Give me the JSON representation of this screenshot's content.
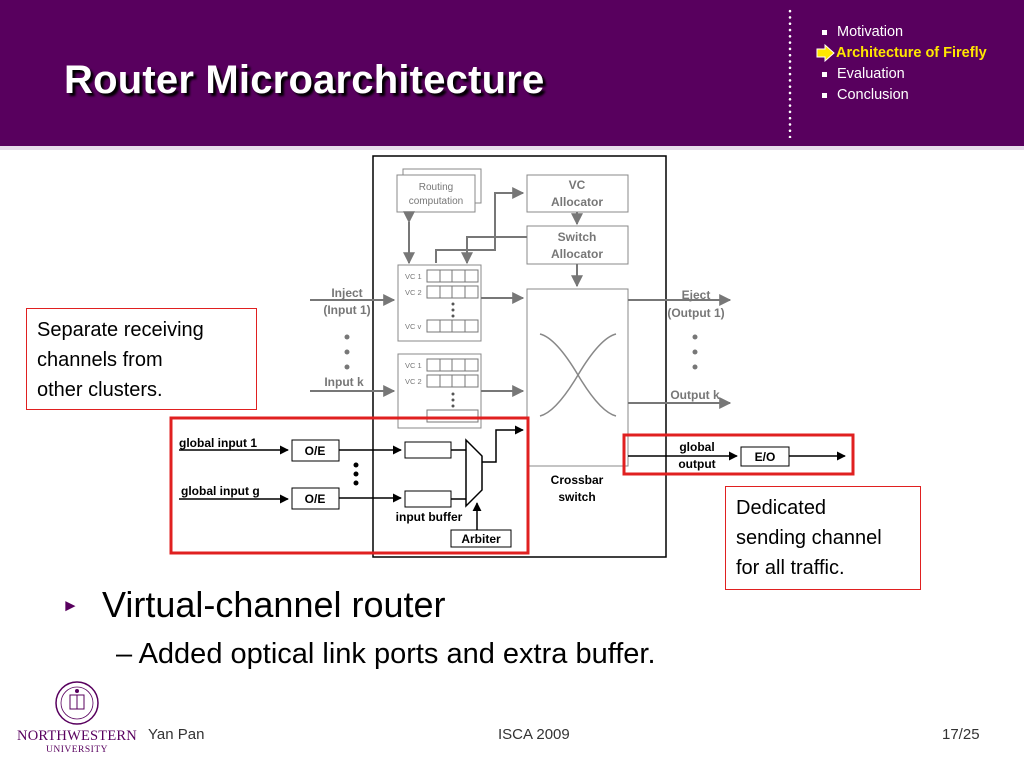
{
  "slide": {
    "title": "Router Microarchitecture",
    "nav": [
      {
        "label": "Motivation",
        "active": false
      },
      {
        "label": "Architecture of Firefly",
        "active": true
      },
      {
        "label": "Evaluation",
        "active": false
      },
      {
        "label": "Conclusion",
        "active": false
      }
    ]
  },
  "diagram": {
    "routing": [
      "Routing",
      "computation"
    ],
    "vc_alloc": [
      "VC",
      "Allocator"
    ],
    "sw_alloc": [
      "Switch",
      "Allocator"
    ],
    "vc1": "VC 1",
    "vc2": "VC 2",
    "vcv": "VC v",
    "inject": [
      "Inject",
      "(Input 1)"
    ],
    "input_k": "Input k",
    "eject": [
      "Eject",
      "(Output 1)"
    ],
    "output_k": "Output k",
    "global_input_1": "global input 1",
    "global_input_g": "global input g",
    "oe": "O/E",
    "eo": "E/O",
    "global_output": [
      "global",
      "output"
    ],
    "input_buffer": "input buffer",
    "arbiter": "Arbiter",
    "crossbar": [
      "Crossbar",
      "switch"
    ]
  },
  "callouts": {
    "left": [
      "Separate receiving",
      "channels from",
      "other clusters."
    ],
    "right": [
      "Dedicated",
      "sending channel",
      "for all traffic."
    ]
  },
  "bullets": {
    "main": "Virtual-channel router",
    "sub": "– Added optical link ports and extra buffer."
  },
  "footer": {
    "author": "Yan Pan",
    "venue": "ISCA 2009",
    "page": "17/25"
  },
  "logo": {
    "name": "NORTHWESTERN",
    "sub": "UNIVERSITY"
  },
  "colors": {
    "header": "#58005e",
    "highlight": "#e02020",
    "active_nav": "#ffe600"
  }
}
